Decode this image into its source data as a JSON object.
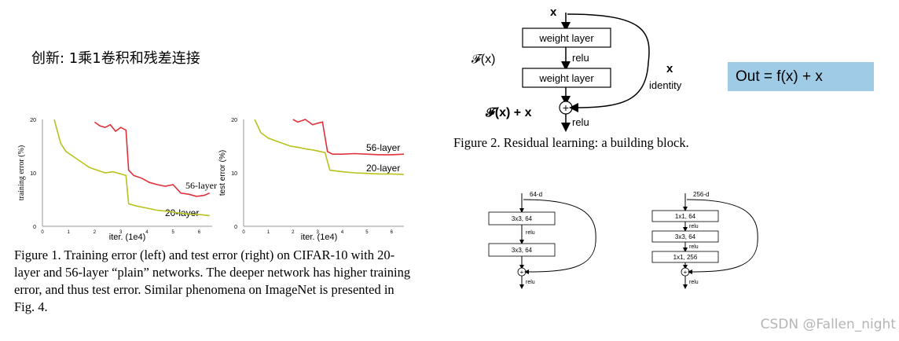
{
  "heading": "创新: 1乘1卷积和残差连接",
  "figure1": {
    "caption": "Figure 1. Training error (left) and test error (right) on CIFAR-10 with 20-layer and 56-layer “plain” networks. The deeper network has higher training error, and thus test error. Similar phenomena on ImageNet is presented in Fig. 4.",
    "xlabel": "iter. (1e4)",
    "left_ylabel": "training error (%)",
    "right_ylabel": "test error (%)",
    "yticks": [
      "0",
      "10",
      "20"
    ],
    "xticks": [
      "0",
      "1",
      "2",
      "3",
      "4",
      "5",
      "6"
    ],
    "series_labels": [
      "56-layer",
      "20-layer"
    ],
    "colors": {
      "56-layer": "#e0303a",
      "20-layer": "#b8c21c"
    }
  },
  "chart_data": [
    {
      "type": "line",
      "ylabel": "training error (%)",
      "xlabel": "iter. (1e4)",
      "xlim": [
        0,
        6.5
      ],
      "ylim": [
        0,
        20
      ],
      "series": [
        {
          "name": "56-layer",
          "x": [
            2.0,
            2.2,
            2.4,
            2.6,
            2.8,
            3.0,
            3.2,
            3.3,
            3.5,
            3.8,
            4.1,
            4.4,
            4.7,
            5.0,
            5.3,
            5.6,
            5.9,
            6.2,
            6.4
          ],
          "y": [
            19.5,
            18.8,
            18.5,
            19,
            17.8,
            18.5,
            18,
            10.5,
            9.5,
            9,
            8.2,
            7.8,
            7.5,
            7.8,
            6.2,
            6.0,
            5.6,
            5.8,
            6.2
          ]
        },
        {
          "name": "20-layer",
          "x": [
            0.45,
            0.7,
            0.9,
            1.2,
            1.5,
            1.8,
            2.1,
            2.4,
            2.7,
            3.0,
            3.2,
            3.3,
            3.6,
            4.0,
            4.4,
            4.8,
            5.2,
            5.6,
            6.0,
            6.4
          ],
          "y": [
            20,
            15.5,
            14,
            13,
            12,
            11,
            10.5,
            10,
            10.2,
            9.8,
            9.5,
            4.2,
            3.8,
            3.4,
            3.0,
            2.8,
            2.5,
            2.3,
            2.2,
            2.0
          ]
        }
      ]
    },
    {
      "type": "line",
      "ylabel": "test error (%)",
      "xlabel": "iter. (1e4)",
      "xlim": [
        0,
        6.5
      ],
      "ylim": [
        0,
        20
      ],
      "series": [
        {
          "name": "56-layer",
          "x": [
            2.0,
            2.2,
            2.5,
            2.8,
            3.0,
            3.2,
            3.4,
            3.6,
            4.0,
            4.5,
            5.0,
            5.5,
            6.0,
            6.5
          ],
          "y": [
            20,
            19.5,
            20,
            19,
            19.3,
            19.5,
            14,
            13.5,
            13.5,
            13.6,
            13.5,
            13.4,
            13.4,
            13.5
          ]
        },
        {
          "name": "20-layer",
          "x": [
            0.45,
            0.7,
            1.0,
            1.3,
            1.6,
            1.9,
            2.2,
            2.5,
            2.8,
            3.1,
            3.3,
            3.5,
            4.0,
            4.5,
            5.0,
            5.5,
            6.0,
            6.5
          ],
          "y": [
            20,
            17.5,
            16.5,
            16,
            15.5,
            15,
            14.8,
            14.5,
            14.3,
            14.0,
            13.8,
            10.5,
            10.2,
            10.0,
            9.9,
            9.8,
            9.8,
            9.7
          ]
        }
      ]
    }
  ],
  "figure2": {
    "x_top": "x",
    "weight_layer_1": "weight layer",
    "weight_layer_2": "weight layer",
    "relu_1": "relu",
    "relu_2": "relu",
    "fx": "𝓕(x)",
    "fx_plus_x": "𝓕(x) + x",
    "identity_x": "x",
    "identity": "identity",
    "plus": "+",
    "caption": "Figure 2. Residual learning: a building block."
  },
  "out_formula": "Out = f(x) + x",
  "block_left": {
    "input": "64-d",
    "layers": [
      "3x3, 64",
      "3x3, 64"
    ],
    "relus": [
      "relu",
      "relu"
    ]
  },
  "block_right": {
    "input": "256-d",
    "layers": [
      "1x1, 64",
      "3x3, 64",
      "1x1, 256"
    ],
    "relus": [
      "relu",
      "relu",
      "relu"
    ]
  },
  "watermark": "CSDN @Fallen_night"
}
